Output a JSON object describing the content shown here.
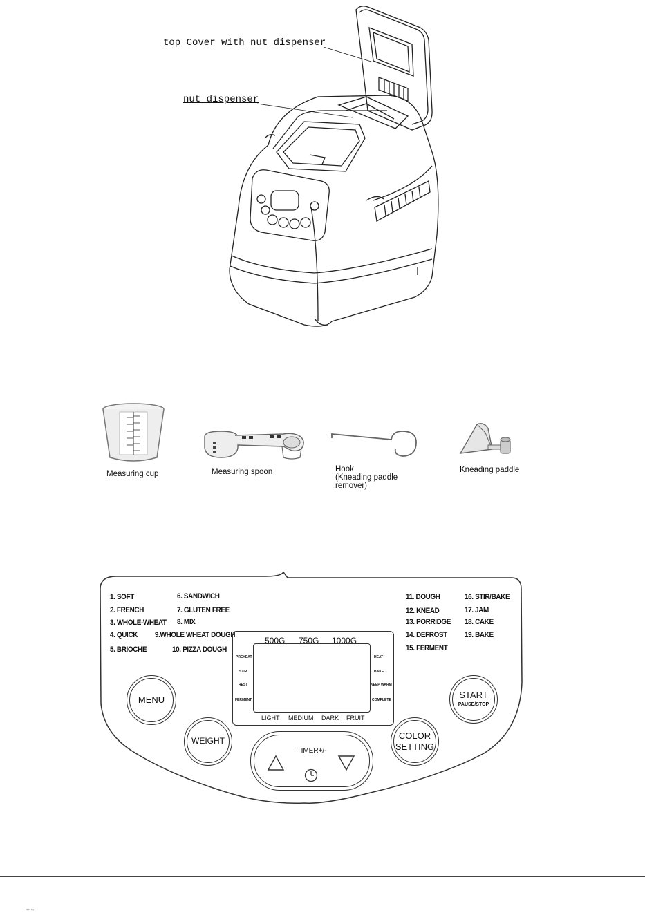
{
  "machine": {
    "callout_top_cover": "top Cover with nut dispenser",
    "callout_nut_dispenser": "nut dispenser"
  },
  "accessories": [
    {
      "label": "Measuring cup"
    },
    {
      "label": "Measuring spoon"
    },
    {
      "label": "Hook",
      "sublabel_line1": "(Kneading paddle",
      "sublabel_line2": "remover)"
    },
    {
      "label": "Kneading paddle"
    }
  ],
  "panel": {
    "programs_left": [
      "1. SOFT",
      "2. FRENCH",
      "3. WHOLE-WHEAT",
      "4. QUICK",
      "5. BRIOCHE"
    ],
    "programs_mid": [
      "6. SANDWICH",
      "7. GLUTEN FREE",
      "8. MIX",
      "9.WHOLE WHEAT DOUGH",
      "10. PIZZA DOUGH"
    ],
    "programs_right1": [
      "11. DOUGH",
      "12. KNEAD",
      "13. PORRIDGE",
      "14. DEFROST",
      "15. FERMENT"
    ],
    "programs_right2": [
      "16. STIR/BAKE",
      "17. JAM",
      "18. CAKE",
      "19. BAKE"
    ],
    "weights": [
      "500G",
      "750G",
      "1000G"
    ],
    "lcd_left": [
      "PREHEAT",
      "STIR",
      "REST",
      "FERMENT"
    ],
    "lcd_right": [
      "HEAT",
      "BAKE",
      "KEEP WARM",
      "COMPLETE"
    ],
    "colors": [
      "LIGHT",
      "MEDIUM",
      "DARK",
      "FRUIT"
    ],
    "buttons": {
      "menu": "MENU",
      "weight": "WEIGHT",
      "timer": "TIMER+/-",
      "color_line1": "COLOR",
      "color_line2": "SETTING",
      "start": "START",
      "pause_stop": "PAUSE/STOP"
    }
  },
  "footer": {
    "page_mark": "-- --"
  }
}
